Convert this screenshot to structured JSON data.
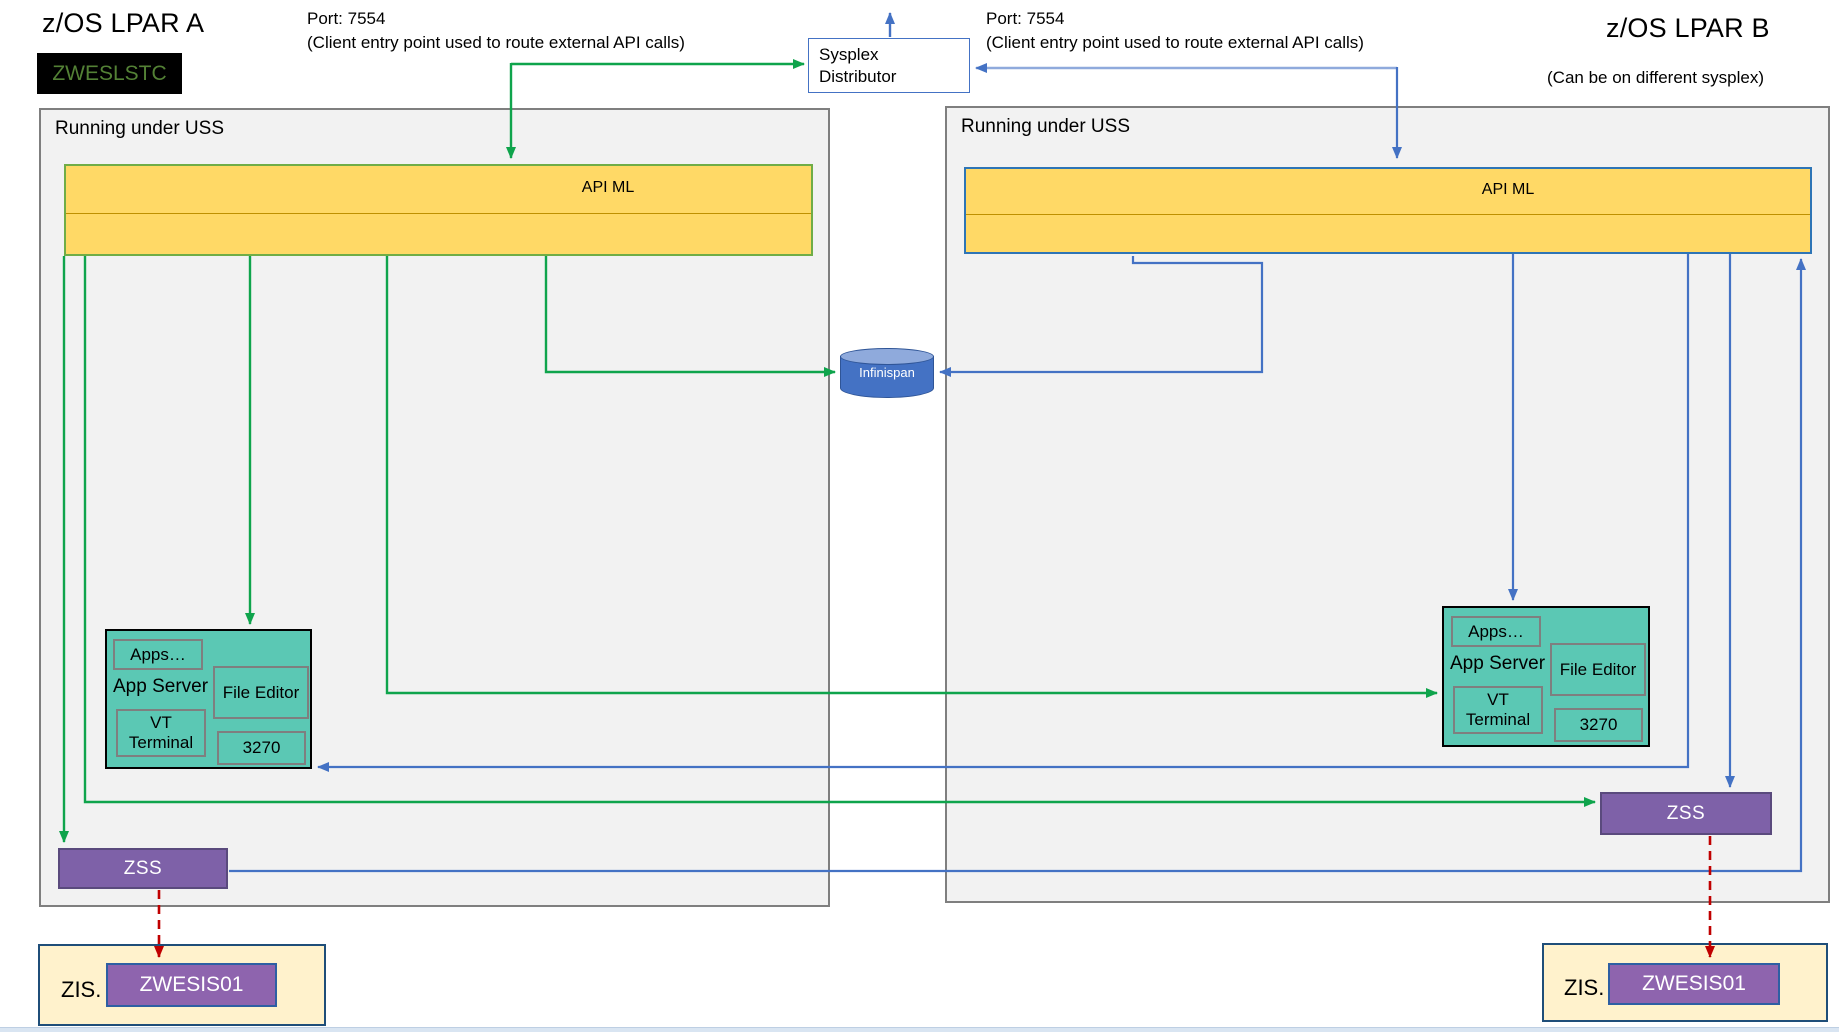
{
  "lpar_a": {
    "title": "z/OS LPAR A",
    "badge": "ZWESLSTC",
    "port_line1": "Port: 7554",
    "port_line2": "(Client entry point used to route external API calls)",
    "uss_label": "Running under USS",
    "apiml_label": "API ML"
  },
  "lpar_b": {
    "title": "z/OS LPAR B",
    "note": "(Can be on different sysplex)",
    "port_line1": "Port: 7554",
    "port_line2": "(Client entry point used to route external API calls)",
    "uss_label": "Running under USS",
    "apiml_label": "API ML"
  },
  "sysplex_distributor": {
    "label": "Sysplex Distributor"
  },
  "infinispan": {
    "label": "Infinispan"
  },
  "app_server": {
    "label": "App Server",
    "apps": "Apps…",
    "file_editor": "File Editor",
    "vt_terminal": "VT Terminal",
    "t3270": "3270"
  },
  "zss_label": "ZSS",
  "zis": {
    "label": "ZIS.",
    "started_task": "ZWESIS01"
  },
  "colors": {
    "lpar_a_accent": "#0FA44C",
    "lpar_b_accent": "#4472C4",
    "client_line_light_blue": "#8FAADC",
    "zis_link_red": "#C00000",
    "apiml_fill": "#FFD966",
    "app_server_fill": "#5BC8B4",
    "zss_fill": "#7E61A8",
    "zwesis_fill": "#8E64AE",
    "zis_fill": "#FFF2CC",
    "uss_fill": "#F2F2F2",
    "badge_text_green": "#538135"
  }
}
